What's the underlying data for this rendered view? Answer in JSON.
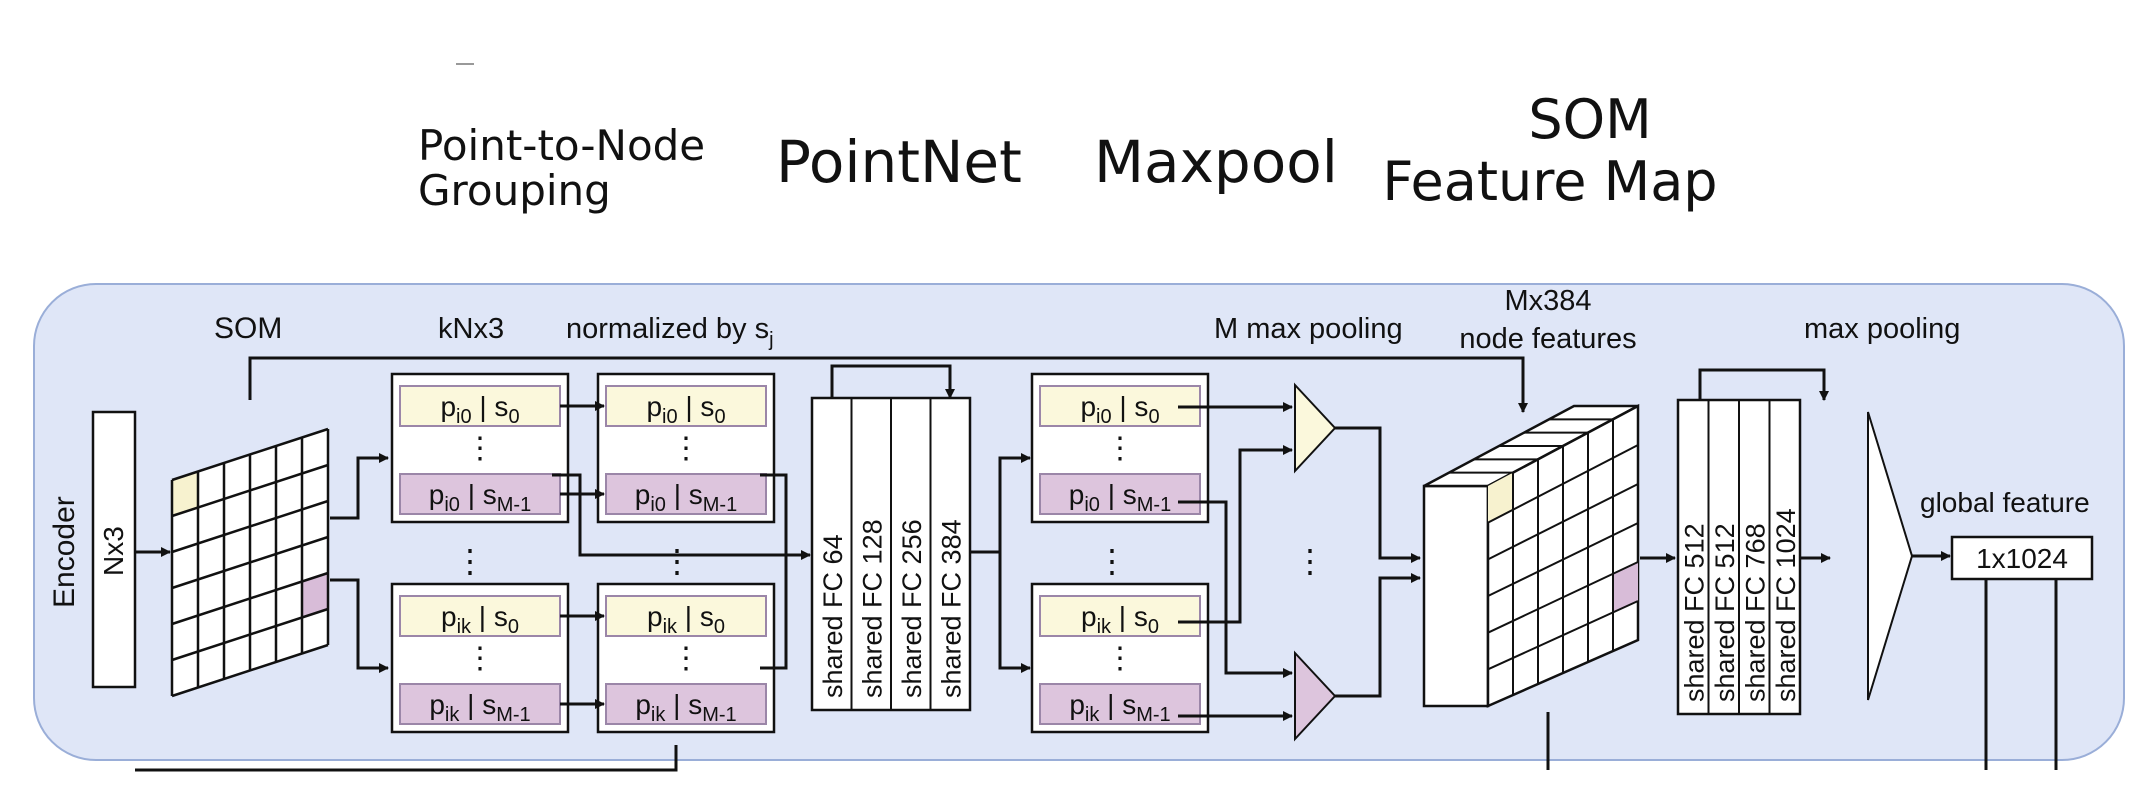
{
  "headings": {
    "grouping_line1": "Point-to-Node",
    "grouping_line2": "Grouping",
    "pointnet": "PointNet",
    "maxpool": "Maxpool",
    "som_map_line1": "SOM",
    "som_map_line2": "Feature Map"
  },
  "diagram": {
    "encoder": "Encoder",
    "input": "Nx3",
    "som": "SOM",
    "knx3": "kNx3",
    "normalized_prefix": "normalized by s",
    "normalized_sub": "j",
    "m_max_pooling": "M max pooling",
    "node_feat_line1": "Mx384",
    "node_feat_line2": "node features",
    "max_pooling": "max pooling",
    "global_feature": "global feature",
    "global_size": "1x1024",
    "ellipsis": "⋮",
    "fc1": [
      "shared FC 64",
      "shared FC 128",
      "shared FC 256",
      "shared FC 384"
    ],
    "fc2": [
      "shared FC 512",
      "shared FC 512",
      "shared FC 768",
      "shared FC 1024"
    ],
    "cells": {
      "i0_s0": {
        "a": "p",
        "asub": "i0",
        "b": " | s",
        "bsub": "0"
      },
      "i0_sm1": {
        "a": "p",
        "asub": "i0",
        "b": " | s",
        "bsub": "M-1"
      },
      "ik_s0": {
        "a": "p",
        "asub": "ik",
        "b": " | s",
        "bsub": "0"
      },
      "ik_sm1": {
        "a": "p",
        "asub": "ik",
        "b": " | s",
        "bsub": "M-1"
      }
    }
  },
  "colors": {
    "panel_fill": "#dfe6f7",
    "panel_stroke": "#9aaed8",
    "yellow": "#fbf8dc",
    "purple": "#ddc5dd",
    "som_yellow": "#f7f2cf",
    "som_purple": "#d8bcd8"
  }
}
